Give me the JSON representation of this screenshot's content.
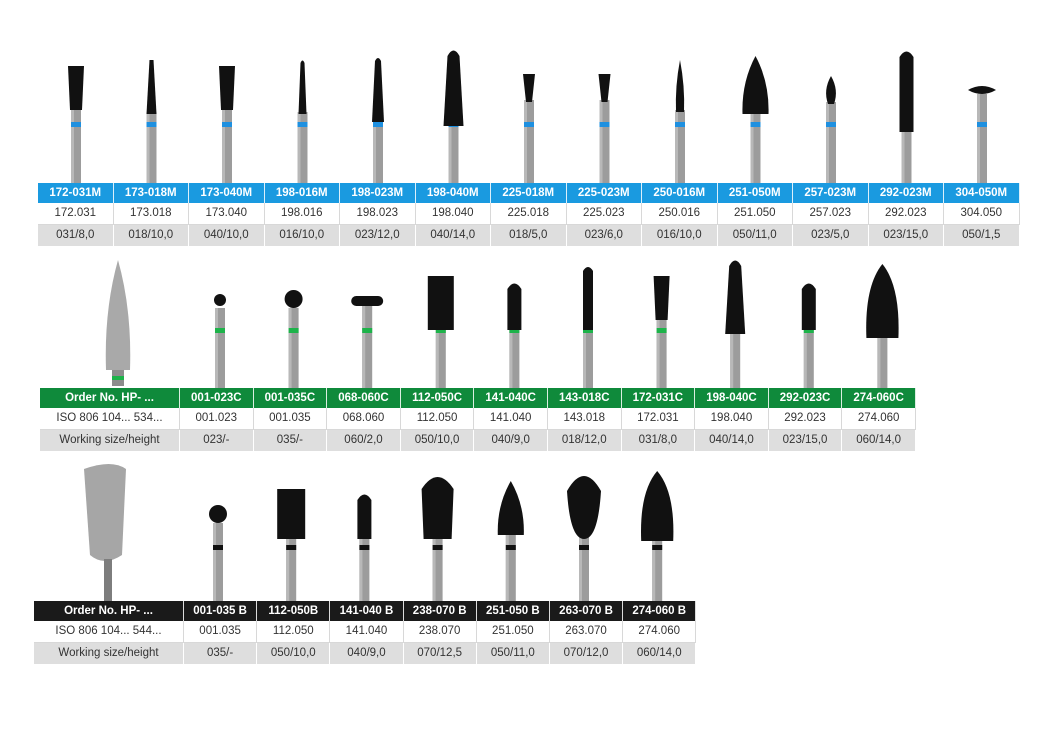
{
  "colors": {
    "blue_header": "#1a9ae0",
    "green_header": "#0f8a3b",
    "black_header": "#1a1a1a",
    "blue_band": "#1e90e0",
    "green_band": "#1db34a",
    "black_band": "#111111",
    "shank": "#9c9c9c",
    "head": "#111111"
  },
  "section_blue": {
    "codes": [
      "172-031M",
      "173-018M",
      "173-040M",
      "198-016M",
      "198-023M",
      "198-040M",
      "225-018M",
      "225-023M",
      "250-016M",
      "251-050M",
      "257-023M",
      "292-023M",
      "304-050M"
    ],
    "iso": [
      "172.031",
      "173.018",
      "173.040",
      "198.016",
      "198.023",
      "198.040",
      "225.018",
      "225.023",
      "250.016",
      "251.050",
      "257.023",
      "292.023",
      "304.050"
    ],
    "sizes": [
      "031/8,0",
      "018/10,0",
      "040/10,0",
      "016/10,0",
      "023/12,0",
      "040/14,0",
      "018/5,0",
      "023/6,0",
      "016/10,0",
      "050/11,0",
      "023/5,0",
      "023/15,0",
      "050/1,5"
    ],
    "shapes": [
      "taper-flat",
      "taper-narrow",
      "taper-flat",
      "taper-thin",
      "taper-tall",
      "taper-round-big",
      "inverted-cone",
      "inverted-cone",
      "flame-thin",
      "flame-wide",
      "egg",
      "cylinder-round",
      "disc"
    ]
  },
  "section_green": {
    "label_order": "Order No. HP- ...",
    "label_iso": "ISO 806 104... 534...",
    "label_size": "Working size/height",
    "codes": [
      "001-023C",
      "001-035C",
      "068-060C",
      "112-050C",
      "141-040C",
      "143-018C",
      "172-031C",
      "198-040C",
      "292-023C",
      "274-060C"
    ],
    "iso": [
      "001.023",
      "001.035",
      "068.060",
      "112.050",
      "141.040",
      "143.018",
      "172.031",
      "198.040",
      "292.023",
      "274.060"
    ],
    "sizes": [
      "023/-",
      "035/-",
      "060/2,0",
      "050/10,0",
      "040/9,0",
      "018/12,0",
      "031/8,0",
      "040/14,0",
      "023/15,0",
      "060/14,0"
    ],
    "shapes": [
      "ball-small",
      "ball",
      "pill",
      "cylinder-flat",
      "cylinder-round",
      "cylinder-thin",
      "taper-flat",
      "taper-round-big",
      "cylinder-round",
      "bullet-wide"
    ]
  },
  "section_black": {
    "label_order": "Order No. HP- ...",
    "label_iso": "ISO 806 104... 544...",
    "label_size": "Working size/height",
    "codes": [
      "001-035 B",
      "112-050B",
      "141-040 B",
      "238-070 B",
      "251-050 B",
      "263-070 B",
      "274-060 B"
    ],
    "iso": [
      "001.035",
      "112.050",
      "141.040",
      "238.070",
      "251.050",
      "263.070",
      "274.060"
    ],
    "sizes": [
      "035/-",
      "050/10,0",
      "040/9,0",
      "070/12,5",
      "050/11,0",
      "070/12,0",
      "060/14,0"
    ],
    "shapes": [
      "ball",
      "cylinder-flat-wide",
      "cylinder-round",
      "pear",
      "flame-wide",
      "pear-round",
      "bullet-wide"
    ]
  }
}
